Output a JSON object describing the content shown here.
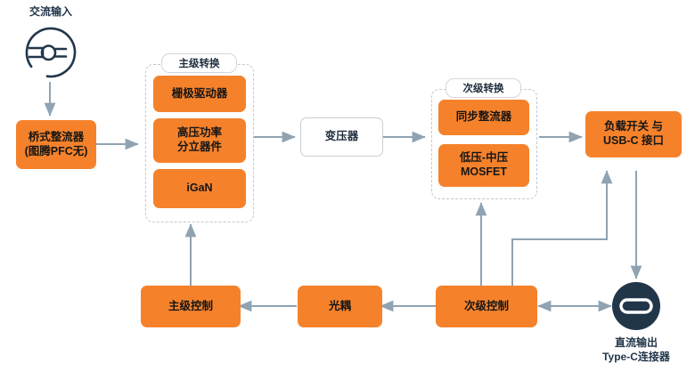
{
  "diagram": {
    "title_label": "交流输入",
    "nodes": {
      "ac_input_icon": "ac-plug-icon",
      "bridge_rectifier": "桥式整流器\n(图腾PFC无)",
      "gate_driver": "栅极驱动器",
      "hv_power_discrete": "高压功率\n分立器件",
      "igan": "iGaN",
      "transformer": "变压器",
      "sync_rectifier": "同步整流器",
      "lv_mv_mosfet": "低压-中压\nMOSFET",
      "load_switch_usbc": "负载开关 与\nUSB-C 接口",
      "primary_control": "主级控制",
      "optocoupler": "光耦",
      "secondary_control": "次级控制"
    },
    "groups": {
      "primary_conversion": "主级转换",
      "secondary_conversion": "次级转换"
    },
    "captions": {
      "dc_output": "直流输出\nType-C连接器"
    },
    "icons": {
      "plug": "ac-plug-icon",
      "usbc": "usb-c-connector-icon"
    },
    "colors": {
      "orange": "#F5822B",
      "arrow": "#8fa3b2",
      "dark_navy": "#22364a",
      "dashed_border": "#c3c8cf",
      "text_dark": "#1a1a1a"
    }
  }
}
